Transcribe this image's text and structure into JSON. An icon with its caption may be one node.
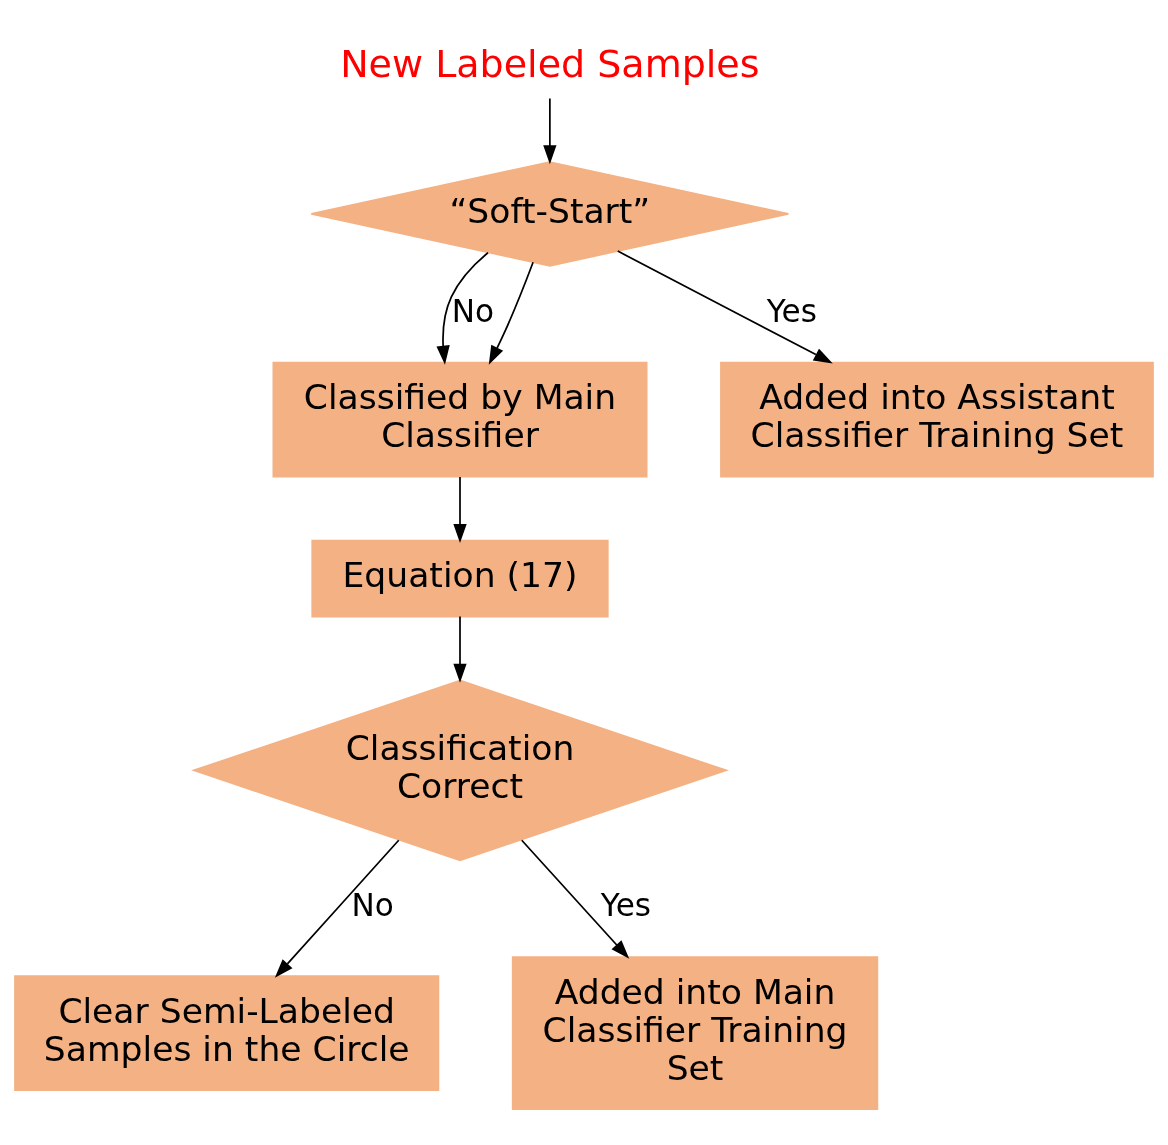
{
  "diagram": {
    "nodes": [
      {
        "text": [
          "New Labeled Samples"
        ]
      },
      {
        "text": [
          "“Soft-Start”"
        ]
      },
      {
        "text": [
          "Classified by Main Classifier"
        ]
      },
      {
        "text": [
          "Added into Assistant Classifier Training Set"
        ]
      },
      {
        "text": [
          "Equation (17)"
        ]
      },
      {
        "text": [
          "Classification Correct"
        ]
      },
      {
        "text": [
          "Clear Semi-Labeled Samples in the Circle"
        ]
      },
      {
        "text": [
          "Added into Main Classifier Training Set"
        ]
      }
    ],
    "edges": [
      {
        "from": 0,
        "to": 1,
        "arrow": "to"
      },
      {
        "from": 1,
        "to": 2,
        "arrow": "to",
        "label": "No"
      },
      {
        "from": 1,
        "to": 2,
        "arrow": "to"
      },
      {
        "from": 1,
        "to": 3,
        "arrow": "to",
        "label": "Yes"
      },
      {
        "from": 2,
        "to": 4,
        "arrow": "to"
      },
      {
        "from": 4,
        "to": 5,
        "arrow": "to"
      },
      {
        "from": 5,
        "to": 6,
        "arrow": "to",
        "label": "No"
      },
      {
        "from": 5,
        "to": 7,
        "arrow": "to",
        "label": "Yes"
      }
    ]
  }
}
